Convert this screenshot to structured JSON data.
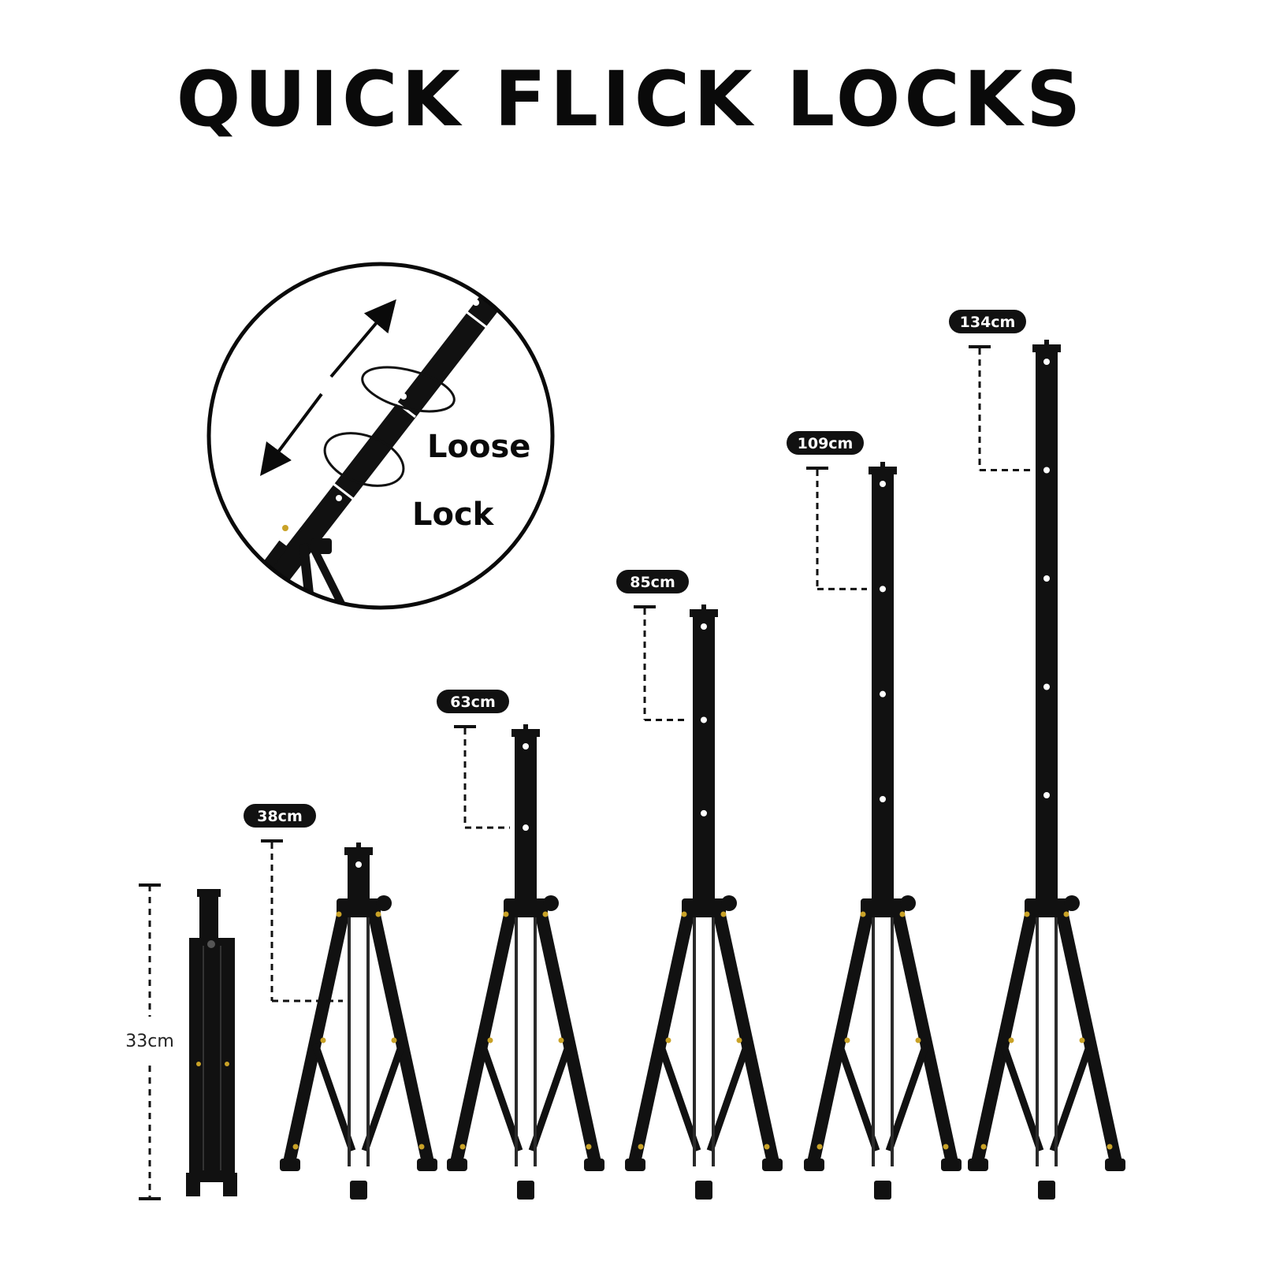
{
  "title": "QUICK FLICK LOCKS",
  "detail": {
    "loose_label": "Loose",
    "lock_label": "Lock"
  },
  "folded": {
    "height_label": "33cm"
  },
  "stands": [
    {
      "height_label": "38cm"
    },
    {
      "height_label": "63cm"
    },
    {
      "height_label": "85cm"
    },
    {
      "height_label": "109cm"
    },
    {
      "height_label": "134cm"
    }
  ],
  "colors": {
    "text": "#0a0a0a",
    "metal": "#111111",
    "joint": "#c9a227",
    "pill": "#111111"
  }
}
